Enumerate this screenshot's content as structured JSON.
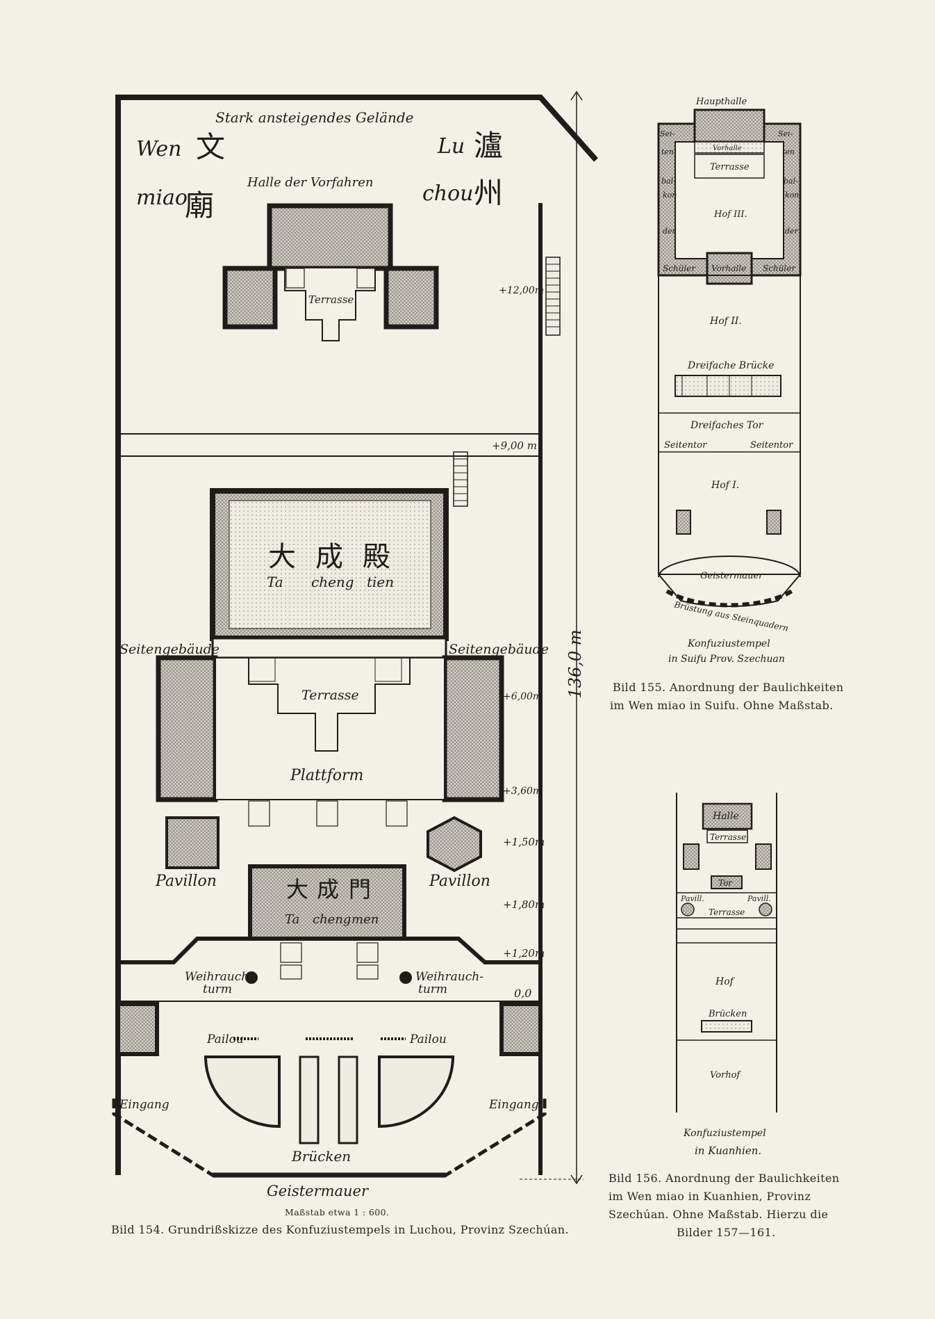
{
  "fig154": {
    "terrain": "Stark ansteigendes Gelände",
    "wen": "Wen",
    "miao": "miao",
    "wen_char": "文",
    "miao_char": "廟",
    "lu": "Lu",
    "chou": "chou",
    "lu_char": "瀘",
    "chou_char": "州",
    "ancestors_hall": "Halle der Vorfahren",
    "terrace": "Terrasse",
    "hall_chars": [
      "大",
      "成",
      "殿"
    ],
    "hall_roman": [
      "Ta",
      "cheng",
      "tien"
    ],
    "side_buildings": "Seitengebäude",
    "platform": "Plattform",
    "pavilion": "Pavillon",
    "gate_chars": [
      "大",
      "成",
      "門"
    ],
    "gate_roman": [
      "Ta",
      "cheng",
      "men"
    ],
    "incense_tower": "Weihrauch-",
    "incense_tower_left": "Weihrauch",
    "incense_tower_2": "turm",
    "pailou": "Pailou",
    "entrance": "Eingang",
    "bridges": "Brücken",
    "spirit_wall": "Geistermauer",
    "length": "136,0 m",
    "levels": [
      "+12,00m",
      "+9,00 m",
      "+6,00m",
      "+3,60m",
      "+1,50m",
      "+1,80m",
      "+1,20m",
      "0,0"
    ],
    "scale": "Maßstab etwa 1 : 600.",
    "caption": "Bild 154. Grundrißskizze des Konfuziustempels in Luchou, Provinz Szechúan."
  },
  "fig155": {
    "main_hall": "Haupthalle",
    "sei": "Sei-",
    "ten": "ten",
    "hall_short": "Vorhalle",
    "terrace": "Terrasse",
    "court3": "Hof III.",
    "balcony": [
      "bal-",
      "kon",
      "der"
    ],
    "students": "Schüler",
    "vorhalle": "Vorhalle",
    "court2": "Hof II.",
    "triple_bridge": "Dreifache Brücke",
    "triple_gate": "Dreifaches Tor",
    "side_gate": "Seitentor",
    "court1": "Hof I.",
    "spirit_wall": "Geistermauer",
    "parapet": "Brüstung aus Steinquadern",
    "title1": "Konfuziustempel",
    "title2": "in Suifu Prov. Szechuan",
    "caption1": "Bild 155. Anordnung der Baulichkeiten",
    "caption2": "im Wen miao in Suifu. Ohne Maßstab."
  },
  "fig156": {
    "hall": "Halle",
    "terrace": "Terrasse",
    "gate": "Tor",
    "pavill": "Pavill.",
    "court": "Hof",
    "bridges": "Brücken",
    "forecourt": "Vorhof",
    "title1": "Konfuziustempel",
    "title2": "in Kuanhien.",
    "caption1": "Bild 156. Anordnung der Baulichkeiten",
    "caption2": "im Wen miao in Kuanhien, Provinz",
    "caption3": "Szechúan. Ohne Maßstab. Hierzu die",
    "caption4": "Bilder 157—161."
  },
  "colors": {
    "ink": "#1f1d1a",
    "paper": "#f3f0e6",
    "hatch": "#8c8883"
  }
}
